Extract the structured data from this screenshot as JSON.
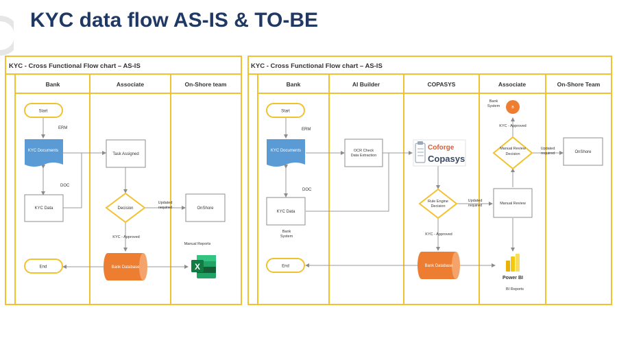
{
  "slide": {
    "title": "KYC data flow AS-IS & TO-BE"
  },
  "left": {
    "title": "KYC - Cross Functional Flow chart – AS-IS",
    "lanes": [
      "Bank",
      "Associate",
      "On-Shore team"
    ],
    "start": "Start",
    "erm": "ERM",
    "kyc_documents": "KYC Documents",
    "doc": "DOC",
    "kyc_data": "KYC Data",
    "task_assigned": "Task Assigned",
    "decision": "Decision",
    "updated_required": [
      "Updated",
      "required"
    ],
    "onshore": "OnShore",
    "kyc_approved": "KYC - Approved",
    "manual_reports": "Manual Reports",
    "end": "End",
    "bank_database": "Bank Database"
  },
  "right": {
    "title": "KYC - Cross Functional Flow chart – AS-IS",
    "lanes": [
      "Bank",
      "AI Builder",
      "COPASYS",
      "Associate",
      "On-Shore Team"
    ],
    "start": "Start",
    "erm": "ERM",
    "kyc_documents": "KYC Documents",
    "doc": "DOC",
    "kyc_data": "KYC Data",
    "bank_system": [
      "Bank",
      "System"
    ],
    "ocr": [
      "OCR Check",
      "Data Extraction"
    ],
    "coforge": "Coforge",
    "copasys": "Copasys",
    "rule_engine": [
      "Rule Engine",
      "Decision"
    ],
    "updated_required": [
      "Updated",
      "required"
    ],
    "kyc_approved": "KYC - Approved",
    "end": "End",
    "bank_database": "Bank Database",
    "manual_review": "Manual Review",
    "manual_review_decision": [
      "Manual Review",
      "Decision"
    ],
    "updated_required_2": [
      "Updated",
      "required"
    ],
    "onshore": "OnShore",
    "bank_system_top": [
      "Bank",
      "System"
    ],
    "kyc_approved_2": "KYC - Approved",
    "power_bi": "Power BI",
    "bi_reports": "BI Reports"
  },
  "colors": {
    "frame": "#f2c12e",
    "blue": "#5b9bd5",
    "orange": "#ed7d31",
    "title": "#1f3864",
    "excel_green": "#1d6f42",
    "powerbi_yellow": "#f2c811"
  }
}
